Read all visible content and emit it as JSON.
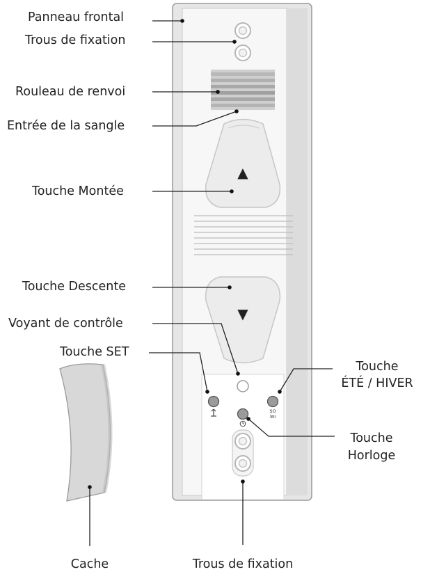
{
  "labels": {
    "front_panel": "Panneau frontal",
    "fixing_holes_top": "Trous de fixation",
    "guide_roller": "Rouleau de renvoi",
    "strap_entry": "Entrée de la sangle",
    "up_key": "Touche Montée",
    "down_key": "Touche Descente",
    "control_led": "Voyant de contrôle",
    "set_key": "Touche SET",
    "summer_winter_key_line1": "Touche",
    "summer_winter_key_line2": "ÉTÉ / HIVER",
    "clock_key_line1": "Touche",
    "clock_key_line2": "Horloge",
    "cover": "Cache",
    "fixing_holes_bottom": "Trous de fixation"
  },
  "device_marks": {
    "up_arrow": "▲",
    "down_arrow": "▼",
    "summer_winter_mark_line1": "SO",
    "summer_winter_mark_line2": "WI"
  }
}
